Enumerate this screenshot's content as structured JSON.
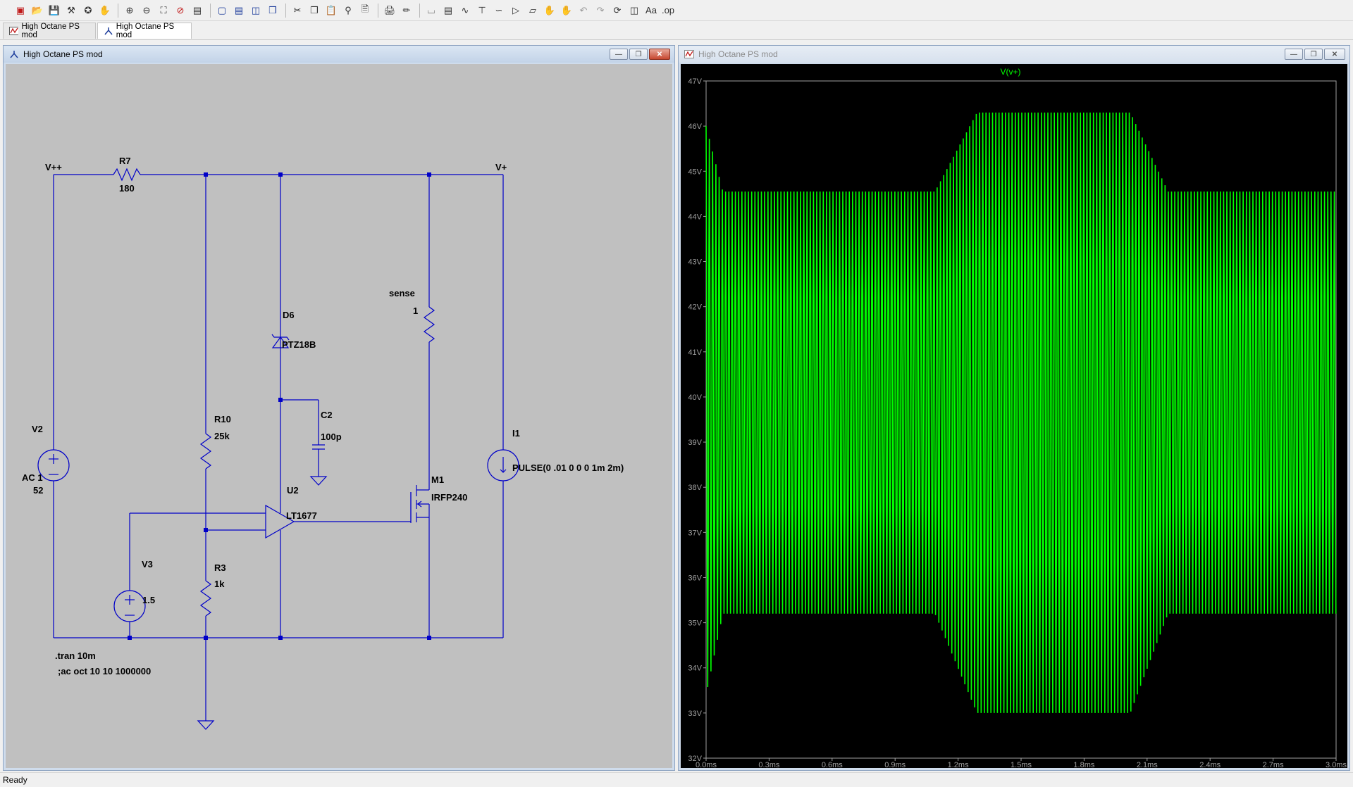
{
  "toolbar": {
    "icons": [
      "new-schematic-icon",
      "open-icon",
      "save-icon",
      "control-panel-icon",
      "run-icon",
      "halt-icon",
      "zoom-in-icon",
      "zoom-out-icon",
      "zoom-fit-icon",
      "zoom-cancel-icon",
      "autorange-icon",
      "reset-icon",
      "tile-horizontal-icon",
      "tile-vertical-icon",
      "cascade-icon",
      "cut-icon",
      "copy-icon",
      "paste-icon",
      "find-icon",
      "print-preview-icon",
      "print-icon",
      "wire-icon",
      "ground-icon",
      "label-net-icon",
      "resistor-icon",
      "capacitor-icon",
      "inductor-icon",
      "diode-icon",
      "component-icon",
      "move-icon",
      "drag-icon",
      "undo-icon",
      "redo-icon",
      "rotate-icon",
      "mirror-icon",
      "text-icon",
      "spice-directive-icon"
    ],
    "text_icon_label": "Aa",
    "spice_icon_label": ".op"
  },
  "tabs": [
    {
      "label": "High Octane PS mod",
      "kind": "waveform"
    },
    {
      "label": "High Octane PS mod",
      "kind": "schematic"
    }
  ],
  "schematic_window": {
    "title": "High Octane PS mod",
    "labels": {
      "vpp": "V++",
      "vp": "V+",
      "r7": "R7",
      "r7_val": "180",
      "d6": "D6",
      "d6_val": "PTZ18B",
      "sense": "sense",
      "sense_val": "1",
      "c2": "C2",
      "c2_val": "100p",
      "r10": "R10",
      "r10_val": "25k",
      "v2": "V2",
      "v2_ac": "AC 1",
      "v2_val": "52",
      "i1": "I1",
      "i1_val": "PULSE(0 .01 0 0 0 1m 2m)",
      "u2": "U2",
      "u2_val": "LT1677",
      "m1": "M1",
      "m1_val": "IRFP240",
      "v3": "V3",
      "v3_val": "1.5",
      "r3": "R3",
      "r3_val": "1k",
      "tran": ".tran 10m",
      "ac": ";ac oct 10 10 1000000"
    }
  },
  "waveform_window": {
    "title": "High Octane PS mod"
  },
  "chart_data": {
    "type": "line",
    "title": "V(v+)",
    "series": [
      {
        "name": "V(v+)",
        "color": "#00ff00"
      }
    ],
    "ylim": [
      32,
      47
    ],
    "xlim": [
      0,
      3.0
    ],
    "y_ticks": [
      "47V",
      "46V",
      "45V",
      "44V",
      "43V",
      "42V",
      "41V",
      "40V",
      "39V",
      "38V",
      "37V",
      "36V",
      "35V",
      "34V",
      "33V",
      "32V"
    ],
    "x_ticks": [
      "0.0ms",
      "0.3ms",
      "0.6ms",
      "0.9ms",
      "1.2ms",
      "1.5ms",
      "1.8ms",
      "2.1ms",
      "2.4ms",
      "2.7ms",
      "3.0ms"
    ],
    "envelope": {
      "steady_high": 44.55,
      "steady_low": 35.2,
      "burst_start_ms": 1.11,
      "burst_end_ms": 2.1,
      "burst_high": 46.3,
      "burst_low": 33.0,
      "initial_peak": 46.0,
      "initial_trough": 33.4
    },
    "background": "#000000",
    "grid": false
  },
  "status": {
    "text": "Ready"
  }
}
